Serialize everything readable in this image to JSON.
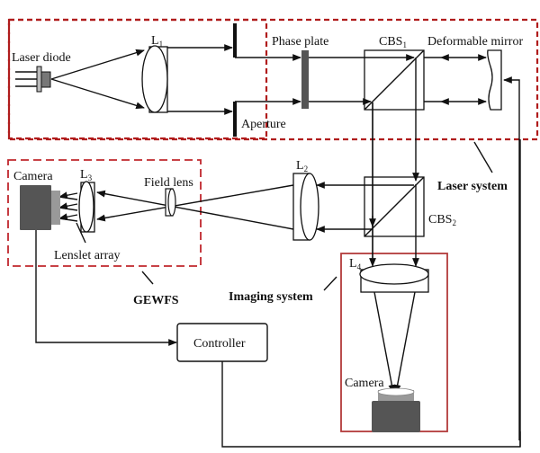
{
  "diagram": {
    "title": "Adaptive optics laser imaging setup",
    "groups": {
      "laser_system": "Laser system",
      "gewfs": "GEWFS",
      "imaging_system": "Imaging system"
    },
    "components": {
      "laser_diode": "Laser diode",
      "lens1": {
        "main": "L",
        "sub": "1"
      },
      "aperture": "Aperture",
      "phase_plate": "Phase plate",
      "cbs1": {
        "main": "CBS",
        "sub": "1"
      },
      "deformable_mirror": "Deformable mirror",
      "lens2": {
        "main": "L",
        "sub": "2"
      },
      "cbs2": {
        "main": "CBS",
        "sub": "2"
      },
      "field_lens": "Field lens",
      "lens3": {
        "main": "L",
        "sub": "3"
      },
      "camera_wfs": "Camera",
      "lenslet_array": "Lenslet array",
      "lens4": {
        "main": "L",
        "sub": "4"
      },
      "camera_imaging": "Camera",
      "controller": "Controller"
    },
    "colors": {
      "group_border": "#b01c1c",
      "imaging_border": "#b23a3a",
      "camera_body": "#555555",
      "camera_lens": "#999999",
      "phase_plate": "#555555"
    }
  }
}
